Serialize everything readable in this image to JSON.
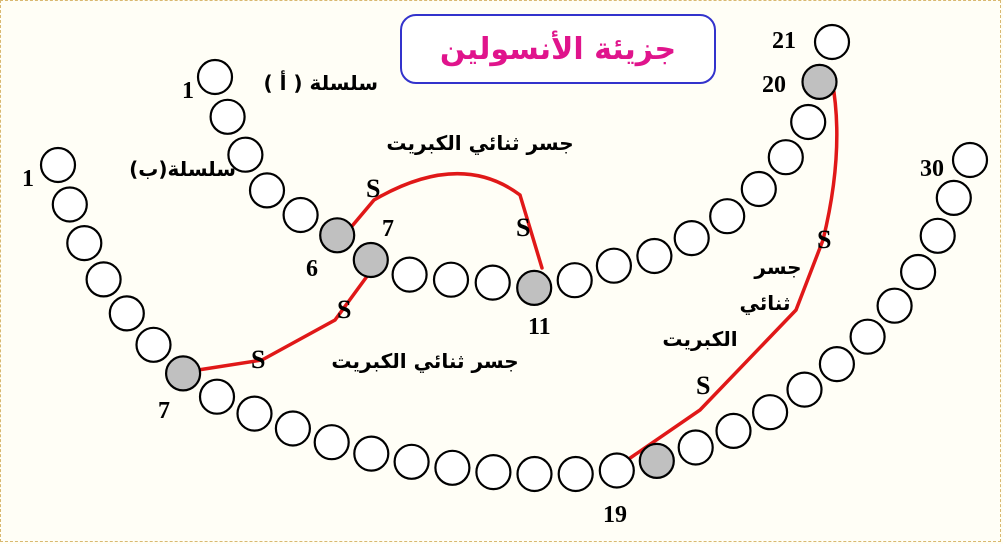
{
  "title": "جزيئة الأنسولين",
  "chain_a": {
    "label": "سلسلة ( أ )",
    "bead_count": 21,
    "highlighted": [
      6,
      7,
      11,
      20
    ],
    "numbers": {
      "first": "1",
      "sixth": "6",
      "seventh": "7",
      "eleventh": "11",
      "twentieth": "20",
      "last": "21"
    }
  },
  "chain_b": {
    "label": "سلسلة(ب)",
    "bead_count": 30,
    "highlighted": [
      7,
      19
    ],
    "numbers": {
      "first": "1",
      "seventh": "7",
      "nineteenth": "19",
      "last": "30"
    }
  },
  "bridges": {
    "sulfur_symbol": "S",
    "top_label": "جسر ثنائي الكبريت",
    "bottom_label": "جسر ثنائي الكبريت",
    "right_label_lines": [
      "جسر",
      "ثنائي",
      "الكبريت"
    ]
  },
  "colors": {
    "title": "#e0148c",
    "title_border": "#3333cc",
    "bond": "#e01818",
    "bead_fill": "#ffffff",
    "highlight_fill": "#c0c0c0",
    "frame": "#d9b870"
  }
}
